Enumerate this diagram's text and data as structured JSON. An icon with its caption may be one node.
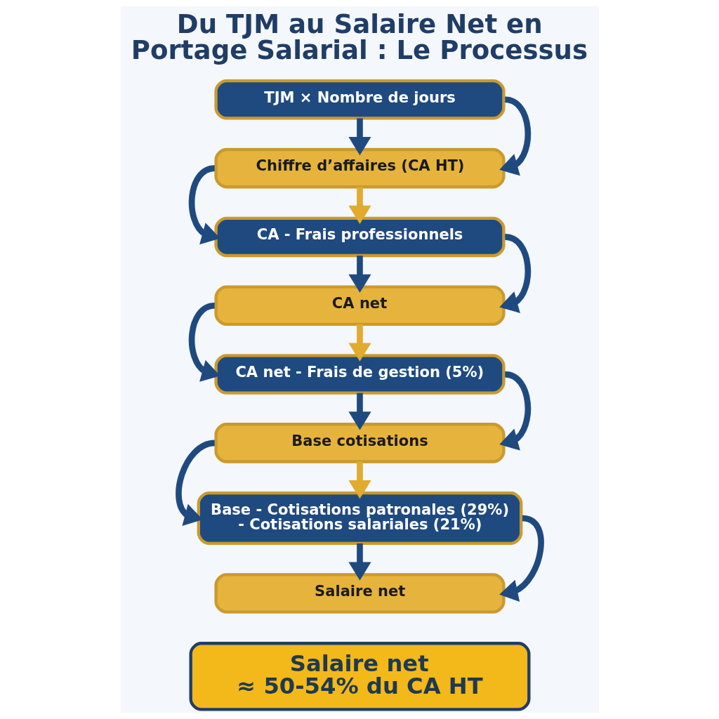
{
  "diagram": {
    "title": "Du TJM au Salaire Net en Portage Salarial : Le Processus",
    "nodes": [
      {
        "text": [
          "TJM × Nombre de jours"
        ]
      },
      {
        "text": [
          "Chiffre d’affaires (CA HT)"
        ]
      },
      {
        "text": [
          "CA - Frais professionnels"
        ]
      },
      {
        "text": [
          "CA net"
        ]
      },
      {
        "text": [
          "CA net - Frais de gestion (5%)"
        ]
      },
      {
        "text": [
          "Base cotisations"
        ]
      },
      {
        "text": [
          "Base - Cotisations patronales (29%) - Cotisations salariales (21%)"
        ]
      },
      {
        "text": [
          "Salaire net"
        ]
      },
      {
        "text": [
          "Salaire net ≈ 50-54% du CA HT"
        ]
      }
    ],
    "edges": [
      {
        "from": 0,
        "to": 1,
        "arrow": "to"
      },
      {
        "from": 0,
        "to": 1,
        "arrow": "to"
      },
      {
        "from": 1,
        "to": 2,
        "arrow": "to",
        "color": "#e0ab2e"
      },
      {
        "from": 1,
        "to": 2,
        "arrow": "to"
      },
      {
        "from": 2,
        "to": 3,
        "arrow": "to"
      },
      {
        "from": 2,
        "to": 3,
        "arrow": "to"
      },
      {
        "from": 3,
        "to": 4,
        "arrow": "to",
        "color": "#e0ab2e"
      },
      {
        "from": 3,
        "to": 4,
        "arrow": "to"
      },
      {
        "from": 4,
        "to": 5,
        "arrow": "to"
      },
      {
        "from": 4,
        "to": 5,
        "arrow": "to"
      },
      {
        "from": 5,
        "to": 6,
        "arrow": "to",
        "color": "#e0ab2e"
      },
      {
        "from": 5,
        "to": 6,
        "arrow": "to"
      },
      {
        "from": 6,
        "to": 7,
        "arrow": "to"
      },
      {
        "from": 6,
        "to": 7,
        "arrow": "to"
      }
    ]
  }
}
